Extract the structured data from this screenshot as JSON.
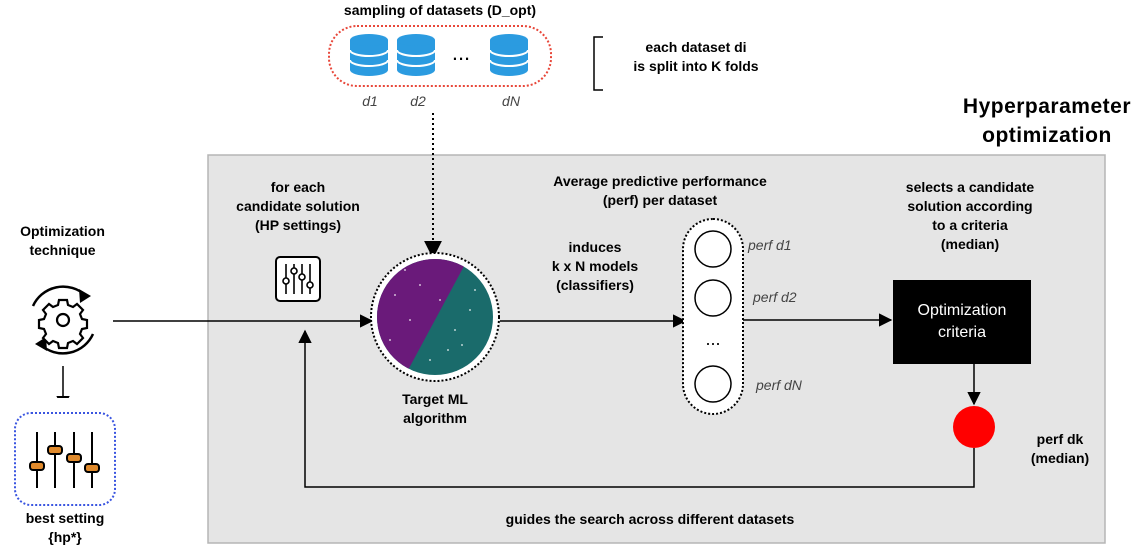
{
  "title_line1": "Hyperparameter",
  "title_line2": "optimization",
  "sampling": {
    "label": "sampling of datasets (D_opt)",
    "datasets": [
      "d1",
      "d2",
      "dN"
    ],
    "ellipsis": "...",
    "note_line1": "each dataset di",
    "note_line2": "is split into K folds"
  },
  "optimization_technique": {
    "line1": "Optimization",
    "line2": "technique"
  },
  "best_setting": {
    "line1": "best setting",
    "line2": "{hp*}"
  },
  "candidate": {
    "line1": "for each",
    "line2": "candidate solution",
    "line3": "(HP settings)"
  },
  "target_ml": {
    "line1": "Target ML",
    "line2": "algorithm"
  },
  "induces": {
    "line1": "induces",
    "line2": "k x N models",
    "line3": "(classifiers)"
  },
  "avg_perf": {
    "line1": "Average predictive performance",
    "line2": "(perf) per dataset"
  },
  "perf_items": [
    "perf d1",
    "perf d2",
    "perf dN"
  ],
  "perf_ellipsis": "...",
  "selects": {
    "line1": "selects a candidate",
    "line2": "solution according",
    "line3": "to a criteria",
    "line4": "(median)"
  },
  "optimization_criteria": {
    "line1": "Optimization",
    "line2": "criteria"
  },
  "perf_dk": {
    "line1": "perf dk",
    "line2": "(median)"
  },
  "guides": "guides the search across different datasets",
  "colors": {
    "panel": "#e5e5e5",
    "db_blue": "#2b9be0",
    "sampling_border": "#e8473a",
    "best_border": "#3a55e0",
    "purple": "#6a1a7a",
    "teal": "#1a6b6b",
    "red_dot": "#ff0000",
    "slider_orange": "#e08a2c"
  }
}
